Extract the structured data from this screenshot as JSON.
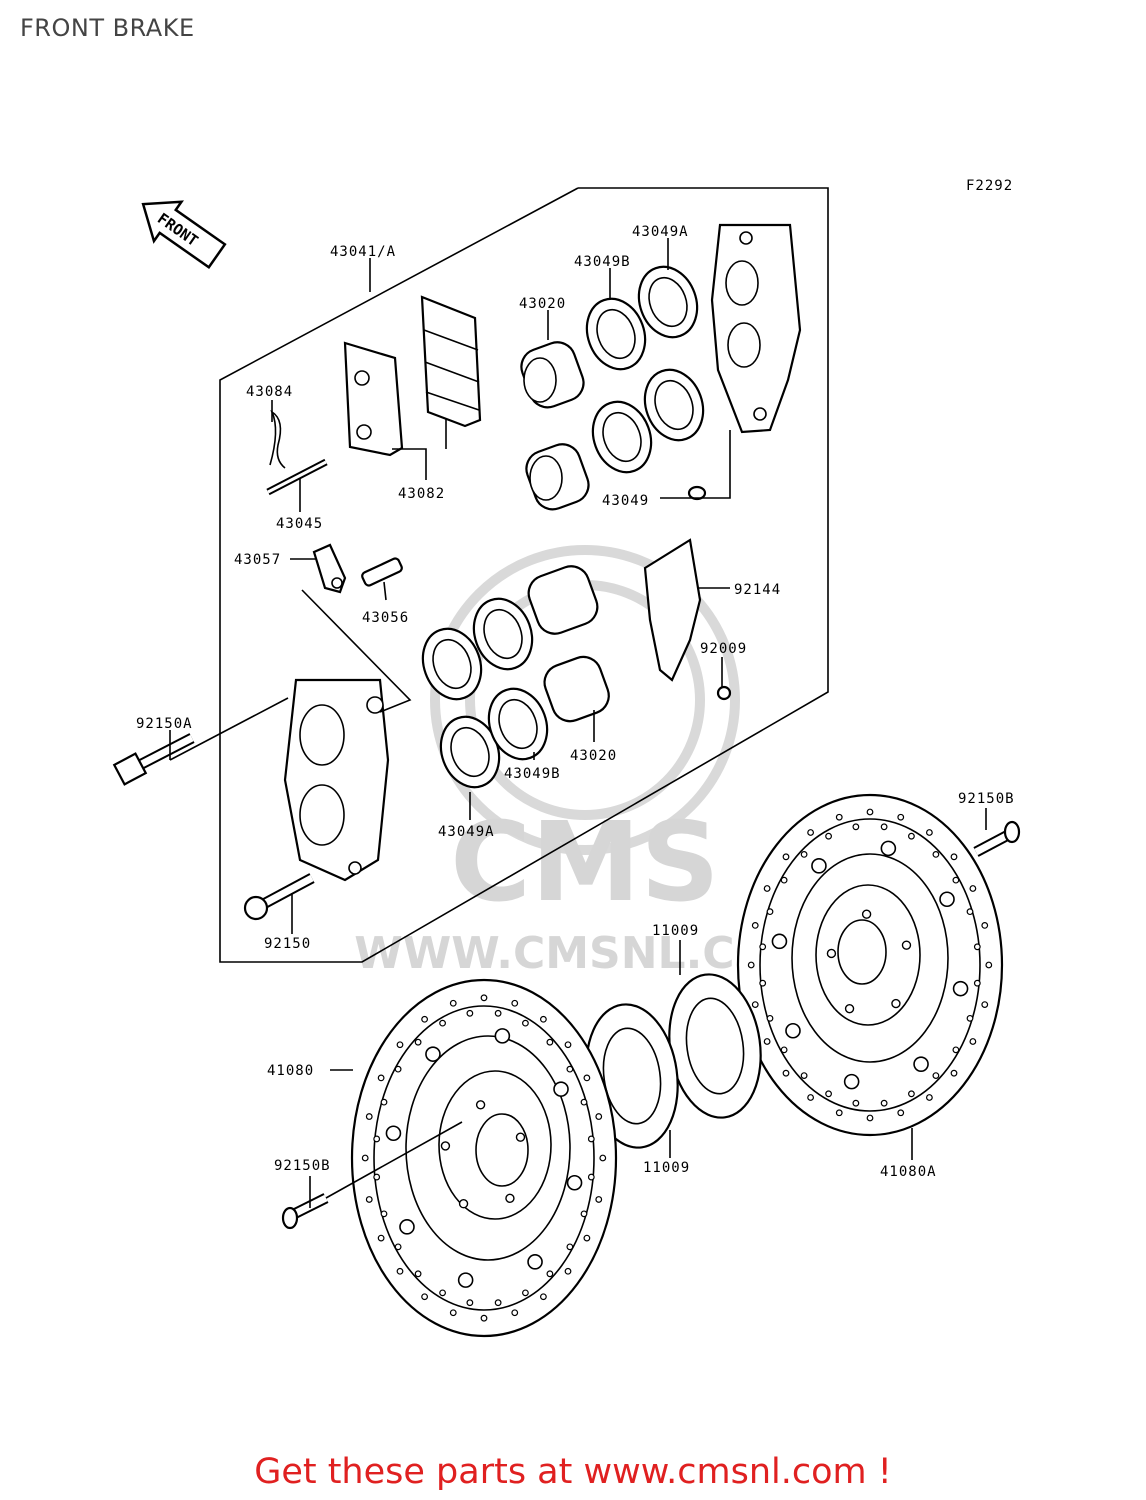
{
  "page": {
    "title": "FRONT BRAKE",
    "figure_code": "F2292"
  },
  "direction_badge": {
    "label": "FRONT"
  },
  "watermark": {
    "brand": "CMS",
    "url": "WWW.CMSNL.COM"
  },
  "labels": {
    "l_43041A": "43041/A",
    "l_43049A_top": "43049A",
    "l_43049B_top": "43049B",
    "l_43020_top": "43020",
    "l_43084": "43084",
    "l_43082": "43082",
    "l_43045": "43045",
    "l_43049": "43049",
    "l_43057": "43057",
    "l_43056": "43056",
    "l_92144": "92144",
    "l_92009": "92009",
    "l_92150A": "92150A",
    "l_43020_bot": "43020",
    "l_43049B_bot": "43049B",
    "l_43049A_bot": "43049A",
    "l_92150B_right": "92150B",
    "l_92150": "92150",
    "l_11009_top": "11009",
    "l_41080": "41080",
    "l_92150B_left": "92150B",
    "l_11009_bot": "11009",
    "l_41080A": "41080A"
  },
  "footer": {
    "promo": "Get these parts at www.cmsnl.com !"
  }
}
